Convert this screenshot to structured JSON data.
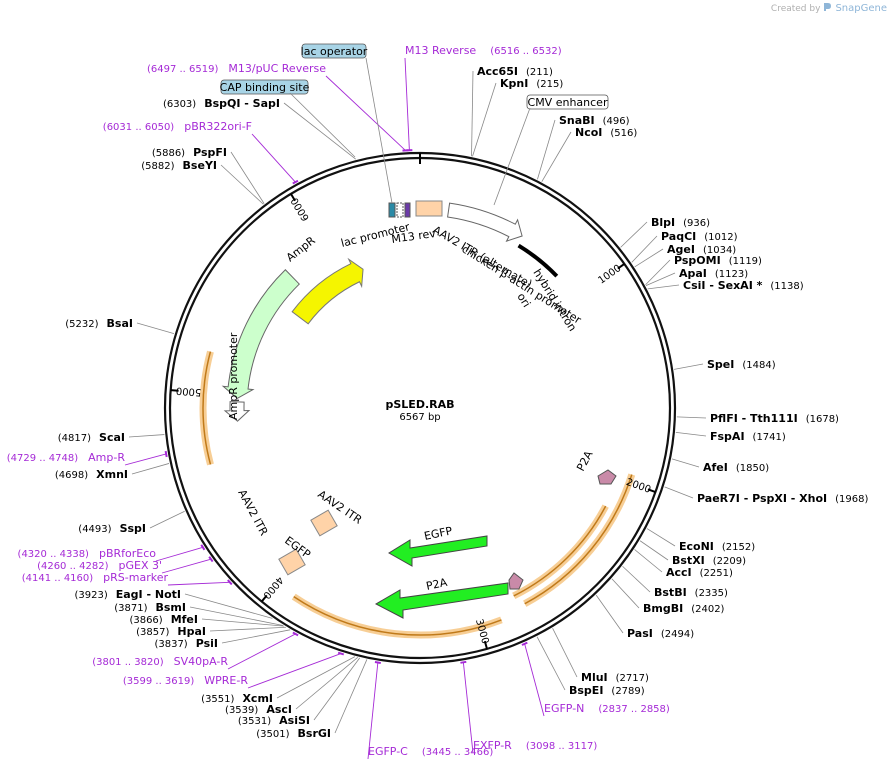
{
  "credit": {
    "created_by": "Created by",
    "brand": "SnapGene"
  },
  "plasmid": {
    "name": "pSLED.RAB",
    "size": "6567 bp",
    "length": 6567
  },
  "ticks": [
    {
      "pos": 1000,
      "label": "1000"
    },
    {
      "pos": 2000,
      "label": "2000"
    },
    {
      "pos": 3000,
      "label": "3000"
    },
    {
      "pos": 4000,
      "label": "4000"
    },
    {
      "pos": 5000,
      "label": "5000"
    },
    {
      "pos": 6000,
      "label": "6000"
    }
  ],
  "enzymes": [
    {
      "name": "Acc65I",
      "pos": "(211)",
      "site": 211
    },
    {
      "name": "KpnI",
      "pos": "(215)",
      "site": 215
    },
    {
      "name": "SnaBI",
      "pos": "(496)",
      "site": 496
    },
    {
      "name": "NcoI",
      "pos": "(516)",
      "site": 516
    },
    {
      "name": "BlpI",
      "pos": "(936)",
      "site": 936
    },
    {
      "name": "PaqCI",
      "pos": "(1012)",
      "site": 1012
    },
    {
      "name": "AgeI",
      "pos": "(1034)",
      "site": 1034
    },
    {
      "name": "PspOMI",
      "pos": "(1119)",
      "site": 1119
    },
    {
      "name": "ApaI",
      "pos": "(1123)",
      "site": 1123
    },
    {
      "name": "CsiI  - SexAI *",
      "pos": "(1138)",
      "site": 1138
    },
    {
      "name": "SpeI",
      "pos": "(1484)",
      "site": 1484
    },
    {
      "name": "PflFI  - Tth111I",
      "pos": "(1678)",
      "site": 1678
    },
    {
      "name": "FspAI",
      "pos": "(1741)",
      "site": 1741
    },
    {
      "name": "AfeI",
      "pos": "(1850)",
      "site": 1850
    },
    {
      "name": "PaeR7I  - PspXI  - XhoI",
      "pos": "(1968)",
      "site": 1968
    },
    {
      "name": "EcoNI",
      "pos": "(2152)",
      "site": 2152
    },
    {
      "name": "BstXI",
      "pos": "(2209)",
      "site": 2209
    },
    {
      "name": "AccI",
      "pos": "(2251)",
      "site": 2251
    },
    {
      "name": "BstBI",
      "pos": "(2335)",
      "site": 2335
    },
    {
      "name": "BmgBI",
      "pos": "(2402)",
      "site": 2402
    },
    {
      "name": "PasI",
      "pos": "(2494)",
      "site": 2494
    },
    {
      "name": "MluI",
      "pos": "(2717)",
      "site": 2717
    },
    {
      "name": "BspEI",
      "pos": "(2789)",
      "site": 2789
    },
    {
      "name": "BsrGI",
      "pos": "(3501)",
      "site": 3501
    },
    {
      "name": "AsiSI",
      "pos": "(3531)",
      "site": 3531
    },
    {
      "name": "AscI",
      "pos": "(3539)",
      "site": 3539
    },
    {
      "name": "XcmI",
      "pos": "(3551)",
      "site": 3551
    },
    {
      "name": "PsiI",
      "pos": "(3837)",
      "site": 3837
    },
    {
      "name": "HpaI",
      "pos": "(3857)",
      "site": 3857
    },
    {
      "name": "MfeI",
      "pos": "(3866)",
      "site": 3866
    },
    {
      "name": "BsmI",
      "pos": "(3871)",
      "site": 3871
    },
    {
      "name": "EagI  - NotI",
      "pos": "(3923)",
      "site": 3923
    },
    {
      "name": "SspI",
      "pos": "(4493)",
      "site": 4493
    },
    {
      "name": "XmnI",
      "pos": "(4698)",
      "site": 4698
    },
    {
      "name": "ScaI",
      "pos": "(4817)",
      "site": 4817
    },
    {
      "name": "BsaI",
      "pos": "(5232)",
      "site": 5232
    },
    {
      "name": "BseYI",
      "pos": "(5882)",
      "site": 5882
    },
    {
      "name": "PspFI",
      "pos": "(5886)",
      "site": 5886
    },
    {
      "name": "BspQI  - SapI",
      "pos": "(6303)",
      "site": 6303
    }
  ],
  "primers": [
    {
      "name": "M13 Reverse",
      "pos": "(6516 .. 6532)",
      "site": 6524
    },
    {
      "name": "M13/pUC Reverse",
      "pos": "(6497 .. 6519)",
      "site": 6508
    },
    {
      "name": "pBR322ori-F",
      "pos": "(6031 .. 6050)",
      "site": 6040
    },
    {
      "name": "Amp-R",
      "pos": "(4729 .. 4748)",
      "site": 4738
    },
    {
      "name": "pBRforEco",
      "pos": "(4320 .. 4338)",
      "site": 4329
    },
    {
      "name": "pGEX 3'",
      "pos": "(4260 .. 4282)",
      "site": 4271
    },
    {
      "name": "pRS-marker",
      "pos": "(4141 .. 4160)",
      "site": 4150
    },
    {
      "name": "SV40pA-R",
      "pos": "(3801 .. 3820)",
      "site": 3810
    },
    {
      "name": "WPRE-R",
      "pos": "(3599 .. 3619)",
      "site": 3609
    },
    {
      "name": "EGFP-C",
      "pos": "(3445 .. 3466)",
      "site": 3455
    },
    {
      "name": "EXFP-R",
      "pos": "(3098 .. 3117)",
      "site": 3107
    },
    {
      "name": "EGFP-N",
      "pos": "(2837 .. 2858)",
      "site": 2847
    }
  ],
  "boxed_features": [
    {
      "name": "lac operator",
      "style": "filled"
    },
    {
      "name": "CAP binding site",
      "style": "filled"
    },
    {
      "name": "CMV enhancer",
      "style": "outline"
    }
  ],
  "features": [
    {
      "name": "lac promoter"
    },
    {
      "name": "M13 rev"
    },
    {
      "name": "AAV2 ITR (alternate)"
    },
    {
      "name": "chicken β-actin promoter"
    },
    {
      "name": "hybrid intron"
    },
    {
      "name": "ori"
    },
    {
      "name": "AmpR"
    },
    {
      "name": "AmpR promoter"
    },
    {
      "name": "AAV2 ITR"
    },
    {
      "name": "AAV2 ITR"
    },
    {
      "name": "EGFP"
    },
    {
      "name": "EGFP"
    },
    {
      "name": "P2A"
    },
    {
      "name": "P2A"
    }
  ],
  "colors": {
    "backbone": "#111111",
    "primer": "#a52ad6",
    "ori": "#f5f500",
    "ampr": "#ccffcc",
    "egfp": "#22ee22",
    "itr": "#ffd3a8",
    "p2a": "#c98aa8",
    "orf_glow": "#f6c98a",
    "orf_line": "#c07a1a",
    "box_fill": "#a8d4e6"
  }
}
